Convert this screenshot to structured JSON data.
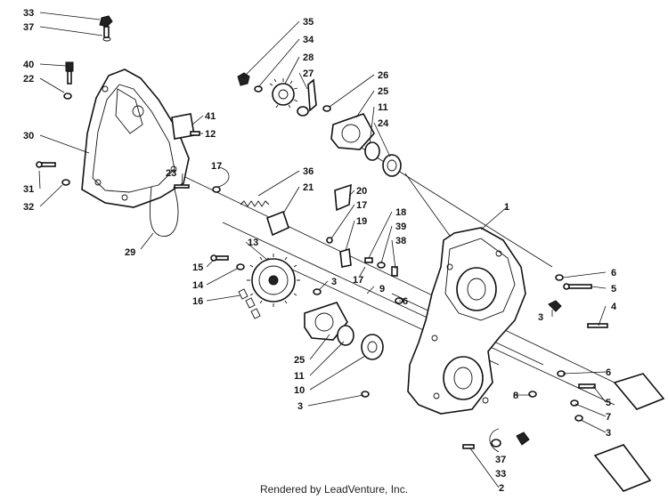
{
  "footer": {
    "text": "Rendered by LeadVenture, Inc."
  },
  "labels": {
    "c33": "33",
    "c37": "37",
    "c40": "40",
    "c22": "22",
    "c30": "30",
    "c31": "31",
    "c32": "32",
    "c41": "41",
    "c12": "12",
    "c23": "23",
    "c29": "29",
    "c17a": "17",
    "c35": "35",
    "c34": "34",
    "c28": "28",
    "c27": "27",
    "c26": "26",
    "c25a": "25",
    "c11a": "11",
    "c24": "24",
    "c36": "36",
    "c21": "21",
    "c20": "20",
    "c17b": "17",
    "c19": "19",
    "c18": "18",
    "c39": "39",
    "c38": "38",
    "c1": "1",
    "c13": "13",
    "c15": "15",
    "c14": "14",
    "c16": "16",
    "c3a": "3",
    "c17c": "17",
    "c9": "9",
    "c6a": "6",
    "c6b": "6",
    "c5a": "5",
    "c4": "4",
    "c3b": "3",
    "c25b": "25",
    "c11b": "11",
    "c10": "10",
    "c3c": "3",
    "c6c": "6",
    "c5b": "5",
    "c8": "8",
    "c7": "7",
    "c3d": "3",
    "c37b": "37",
    "c33b": "33",
    "c2": "2"
  }
}
